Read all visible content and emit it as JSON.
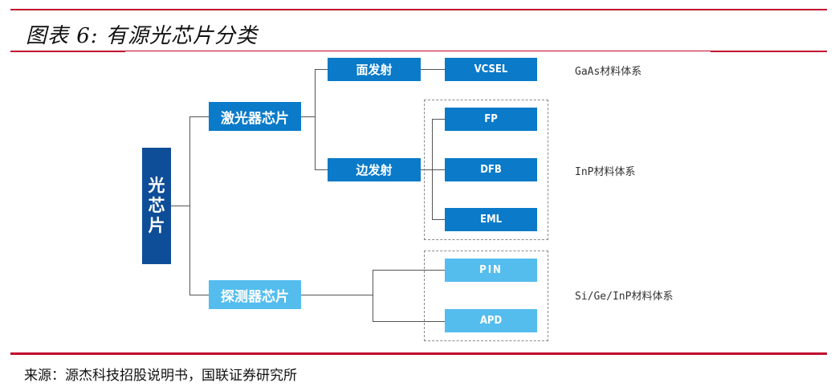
{
  "figure": {
    "title": "图表 6:  有源光芯片分类",
    "source": "来源：源杰科技招股说明书，国联证券研究所"
  },
  "tree": {
    "root": {
      "label": [
        "光",
        "芯",
        "片"
      ]
    },
    "laser": {
      "label": "激光器芯片",
      "surface": {
        "label": "面发射",
        "children": [
          "VCSEL"
        ]
      },
      "edge": {
        "label": "边发射",
        "children": [
          "FP",
          "DFB",
          "EML"
        ]
      }
    },
    "detector": {
      "label": "探测器芯片",
      "children": [
        "PIN",
        "APD"
      ]
    }
  },
  "materials": {
    "gaas": "GaAs材料体系",
    "inp": "InP材料体系",
    "sigeinp": "Si/Ge/InP材料体系"
  },
  "colors": {
    "accent_rule": "#c0062e",
    "root": "#0e4d98",
    "laser": "#0a7ac9",
    "detector": "#54bdee"
  }
}
